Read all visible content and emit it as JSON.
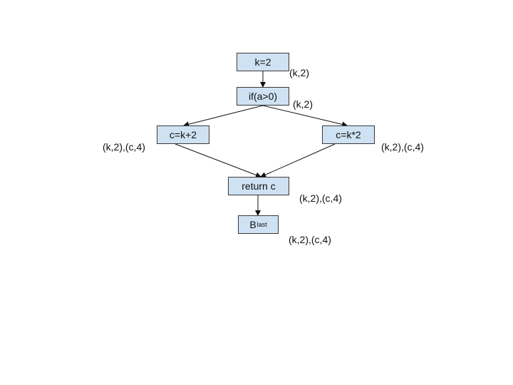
{
  "nodes": {
    "k_assign": "k=2",
    "if_cond": "if(a>0)",
    "c_plus": "c=k+2",
    "c_times": "c=k*2",
    "return_c": "return c",
    "b_last": {
      "base": "B",
      "subscript": "last"
    }
  },
  "annotations": {
    "after_k_assign": "(k,2)",
    "after_if_cond": "(k,2)",
    "after_c_plus": "(k,2),(c,4)",
    "after_c_times": "(k,2),(c,4)",
    "after_return_c": "(k,2),(c,4)",
    "after_b_last": "(k,2),(c,4)"
  },
  "colors": {
    "node_fill": "#cfe2f3",
    "node_border": "#3a3a3a",
    "edge": "#111111"
  }
}
